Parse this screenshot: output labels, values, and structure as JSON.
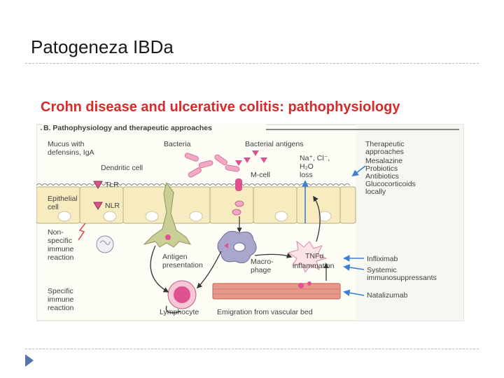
{
  "slide": {
    "title": "Patogeneza IBDa"
  },
  "figure": {
    "title": "Crohn disease and ulcerative colitis: pathophysiology",
    "panel_heading": "B. Pathophysiology and therapeutic approaches",
    "labels": {
      "mucus": "Mucus with",
      "mucus2": "defensins, IgA",
      "bacteria": "Bacteria",
      "bacterial_antigens": "Bacterial antigens",
      "dendritic_cell": "Dendritic cell",
      "m_cell": "M-cell",
      "na_cl": "Na⁺, Cl⁻,",
      "h2o": "H₂O",
      "loss": "loss",
      "epithelial": "Epithelial",
      "epithelial2": "cell",
      "tlr": "TLR",
      "nlr": "NLR",
      "nonspecific1": "Non-",
      "nonspecific2": "specific",
      "nonspecific3": "immune",
      "nonspecific4": "reaction",
      "antigen1": "Antigen",
      "antigen2": "presentation",
      "macrophage1": "Macro-",
      "macrophage2": "phage",
      "tnf": "TNFα",
      "inflammation": "inflammation",
      "specific1": "Specific",
      "specific2": "immune",
      "specific3": "reaction",
      "lymphocyte": "Lymphocyte",
      "emigration": "Emigration from vascular bed"
    },
    "therapy": {
      "heading1": "Therapeutic",
      "heading2": "approaches",
      "item1": "Mesalazine",
      "item2": "Probiotics",
      "item3": "Antibiotics",
      "item4": "Glucocorticoids",
      "item5": "locally",
      "infliximab": "Infliximab",
      "systemic1": "Systemic",
      "systemic2": "immunosuppressants",
      "natalizumab": "Natalizumab"
    },
    "colors": {
      "title_red": "#d62b2b",
      "panel_bg": "#fdfdf6",
      "cell_fill": "#f6ecc0",
      "magenta": "#e0528f",
      "macrophage": "#a9a7cc",
      "arrow_blue": "#3e7fd1",
      "vessel": "#c8604d"
    }
  }
}
